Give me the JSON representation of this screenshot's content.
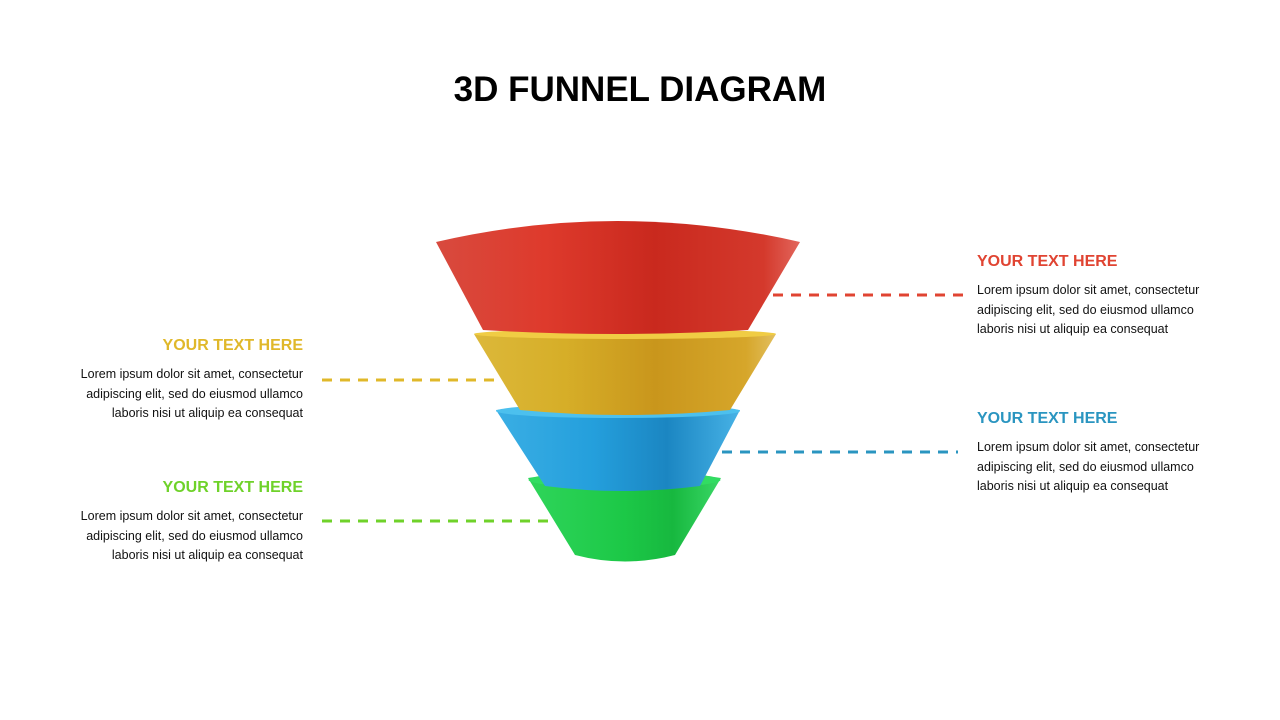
{
  "title": "3D FUNNEL DIAGRAM",
  "colors": {
    "red": "#e04432",
    "yellow": "#e0b82a",
    "blue": "#2a95c0",
    "green": "#6fd22a"
  },
  "stages": [
    {
      "id": "red",
      "heading": "YOUR TEXT HERE",
      "lines": [
        "Lorem ipsum dolor  sit amet, consectetur",
        "adipiscing elit, sed do eiusmod ullamco",
        "laboris nisi ut aliquip ea consequat"
      ]
    },
    {
      "id": "yellow",
      "heading": "YOUR TEXT HERE",
      "lines": [
        "Lorem ipsum dolor  sit amet, consectetur",
        "adipiscing elit, sed do eiusmod ullamco",
        "laboris nisi ut aliquip ea consequat"
      ]
    },
    {
      "id": "blue",
      "heading": "YOUR TEXT HERE",
      "lines": [
        "Lorem ipsum dolor  sit amet, consectetur",
        "adipiscing elit, sed do eiusmod ullamco",
        "laboris nisi ut aliquip ea consequat"
      ]
    },
    {
      "id": "green",
      "heading": "YOUR TEXT HERE",
      "lines": [
        "Lorem ipsum dolor  sit amet, consectetur",
        "adipiscing elit, sed do eiusmod ullamco",
        "laboris nisi ut aliquip ea consequat"
      ]
    }
  ]
}
